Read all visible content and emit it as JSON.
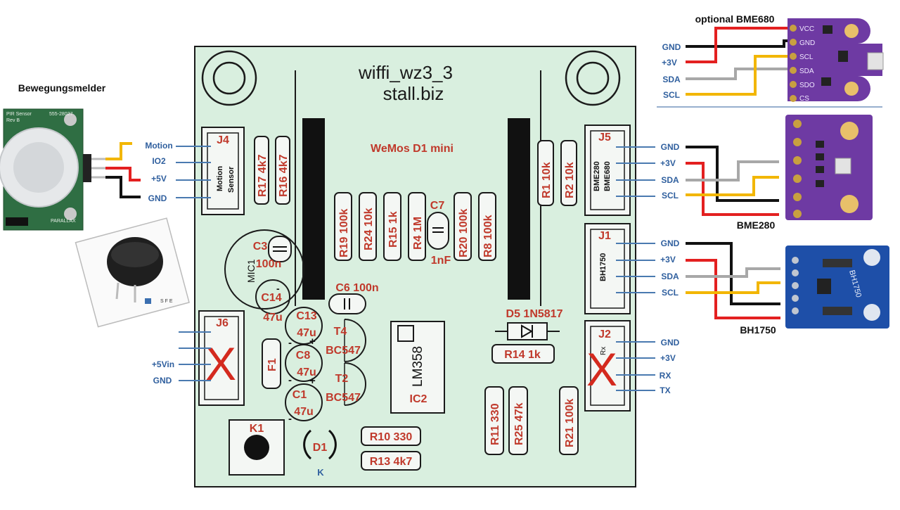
{
  "board": {
    "title": "wiffi_wz3_3",
    "subtitle": "stall.biz",
    "module_label": "WeMos D1 mini",
    "colors": {
      "pcb": "#d9efdf",
      "silk": "#1a1a1a",
      "ref": "#c0392b",
      "pin": "#2f5f9e"
    }
  },
  "headings": {
    "pir": "Bewegungsmelder",
    "bme680": "optional BME680",
    "bme280": "BME280",
    "bh1750": "BH1750"
  },
  "connectors": {
    "j4": {
      "ref": "J4",
      "label1": "Motion",
      "label2": "Sensor",
      "pins": [
        "Motion",
        "IO2",
        "+5V",
        "GND"
      ]
    },
    "j5": {
      "ref": "J5",
      "label1": "BME280",
      "label2": "BME680",
      "pins": [
        "GND",
        "+3V",
        "SDA",
        "SCL"
      ]
    },
    "j1": {
      "ref": "J1",
      "label1": "BH1750",
      "pins": [
        "GND",
        "+3V",
        "SDA",
        "SCL"
      ]
    },
    "j2": {
      "ref": "J2",
      "label1": "Rx",
      "pins": [
        "GND",
        "+3V",
        "RX",
        "TX"
      ]
    },
    "j6": {
      "ref": "J6",
      "pins": [
        "",
        "",
        "+5Vin",
        "GND"
      ]
    },
    "bme680": {
      "pins": [
        "GND",
        "+3V",
        "SDA",
        "SCL"
      ]
    }
  },
  "sensor_pins": {
    "bme680": [
      "VCC",
      "GND",
      "SCL",
      "SDA",
      "SDO",
      "CS"
    ],
    "bh1750_chip": "BH1750"
  },
  "pir_board": {
    "line1": "PIR Sensor",
    "line2": "Rev B",
    "part": "555-28027",
    "brand": "PARALLAX"
  },
  "mic_board": {
    "text": "S F E"
  },
  "components": {
    "r17": "R17 4k7",
    "r16": "R16 4k7",
    "r19": "R19 100k",
    "r24": "R24 10k",
    "r15": "R15 1k",
    "r4": "R4 1M",
    "c7": "C7",
    "c7_value": "1nF",
    "r20": "R20 100k",
    "r8": "R8 100k",
    "r1": "R1 10k",
    "r2": "R2 10k",
    "c3": "C3",
    "c3_value": "100n",
    "mic": "MIC1",
    "c14": "C14",
    "c14_value": "47u",
    "c6": "C6 100n",
    "c13": "C13",
    "c13_value": "47u",
    "c8": "C8",
    "c8_value": "47u",
    "c1": "C1",
    "c1_value": "47u",
    "t4": "T4",
    "t4_value": "BC547",
    "t2": "T2",
    "t2_value": "BC547",
    "f1": "F1",
    "ic2_chip": "LM358",
    "ic2": "IC2",
    "d5": "D5 1N5817",
    "r14": "R14 1k",
    "r11": "R11 330",
    "r25": "R25 47k",
    "r21": "R21 100k",
    "r10": "R10 330",
    "r13": "R13 4k7",
    "k1": "K1",
    "d1": "D1",
    "d1_k": "K"
  },
  "marks": {
    "cross": "X",
    "plus": "+",
    "minus": "-"
  }
}
